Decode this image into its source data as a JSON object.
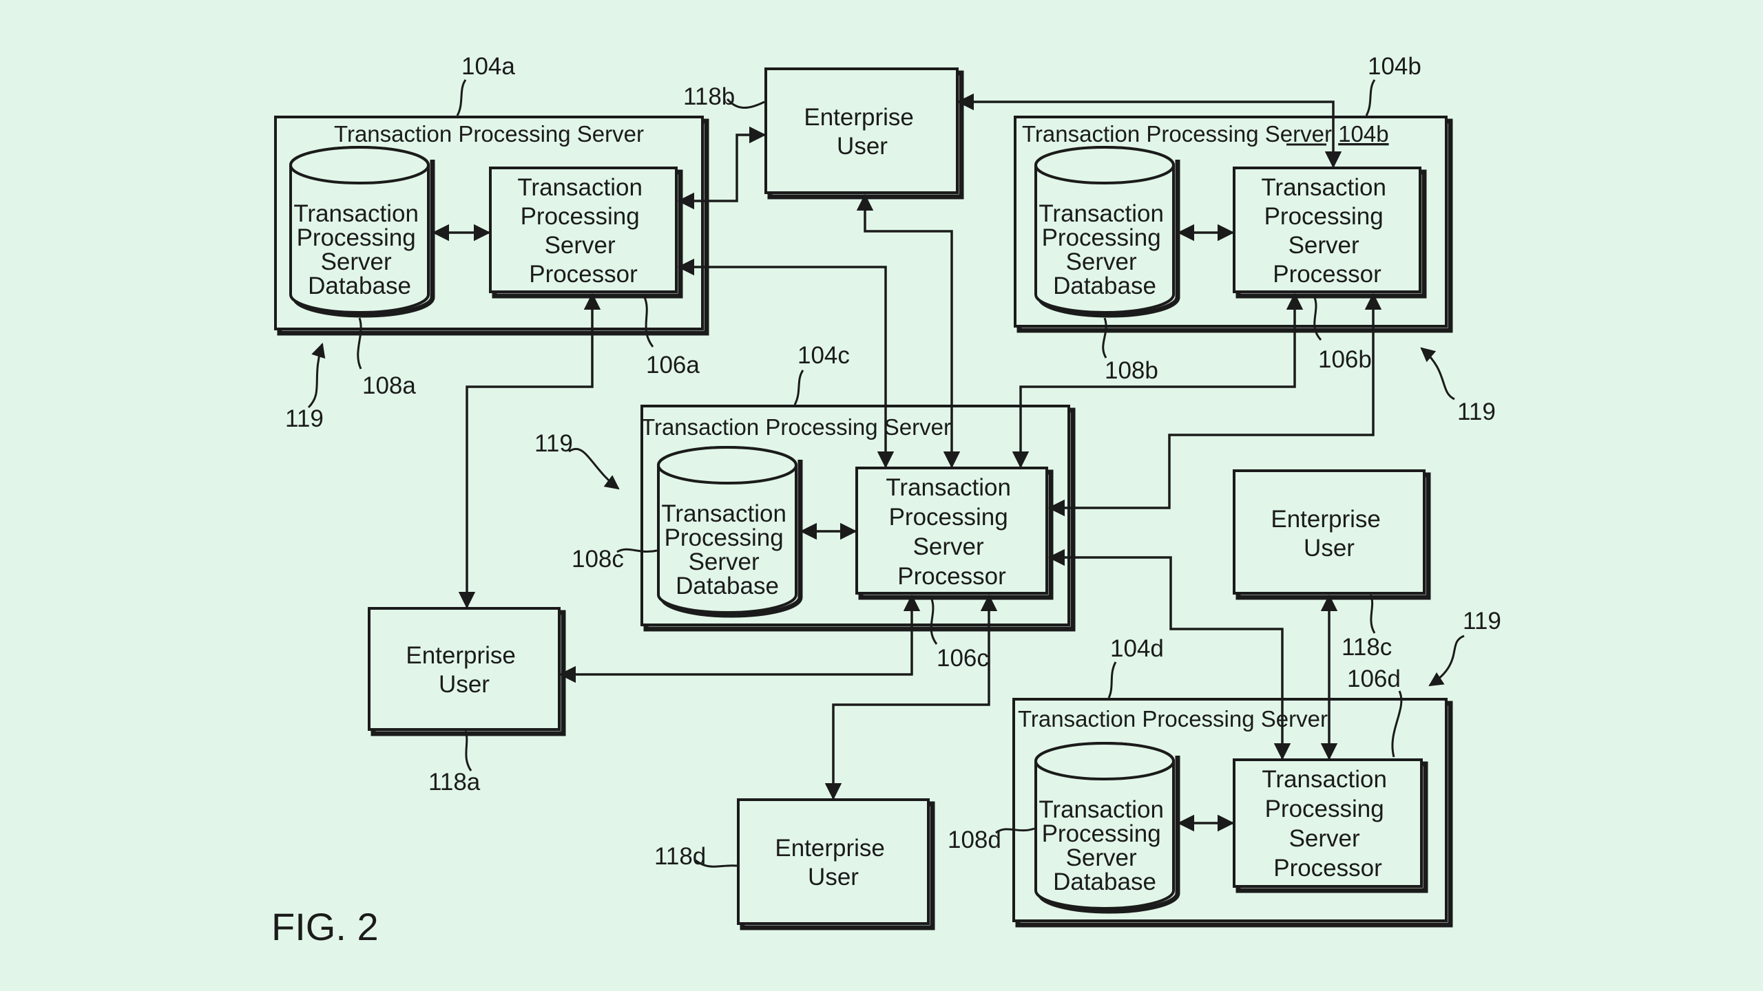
{
  "figure_label": "FIG. 2",
  "servers": {
    "a": {
      "title": "Transaction Processing Server",
      "ref": "104a",
      "database": [
        "Transaction",
        "Processing",
        "Server",
        "Database"
      ],
      "database_ref": "108a",
      "processor": [
        "Transaction",
        "Processing",
        "Server",
        "Processor"
      ],
      "processor_ref": "106a"
    },
    "b": {
      "title": "Transaction Processing Server",
      "title_ref_underlined": "104b",
      "ref": "104b",
      "database": [
        "Transaction",
        "Processing",
        "Server",
        "Database"
      ],
      "database_ref": "108b",
      "processor": [
        "Transaction",
        "Processing",
        "Server",
        "Processor"
      ],
      "processor_ref": "106b"
    },
    "c": {
      "title": "Transaction Processing Server",
      "ref": "104c",
      "database": [
        "Transaction",
        "Processing",
        "Server",
        "Database"
      ],
      "database_ref": "108c",
      "processor": [
        "Transaction",
        "Processing",
        "Server",
        "Processor"
      ],
      "processor_ref": "106c"
    },
    "d": {
      "title": "Transaction Processing Server",
      "ref": "104d",
      "database": [
        "Transaction",
        "Processing",
        "Server",
        "Database"
      ],
      "database_ref": "108d",
      "processor": [
        "Transaction",
        "Processing",
        "Server",
        "Processor"
      ],
      "processor_ref": "106d"
    }
  },
  "users": {
    "a": {
      "label": [
        "Enterprise",
        "User"
      ],
      "ref": "118a"
    },
    "b": {
      "label": [
        "Enterprise",
        "User"
      ],
      "ref": "118b"
    },
    "c": {
      "label": [
        "Enterprise",
        "User"
      ],
      "ref": "118c"
    },
    "d": {
      "label": [
        "Enterprise",
        "User"
      ],
      "ref": "118d"
    }
  },
  "network_refs": [
    "119",
    "119",
    "119",
    "119"
  ]
}
